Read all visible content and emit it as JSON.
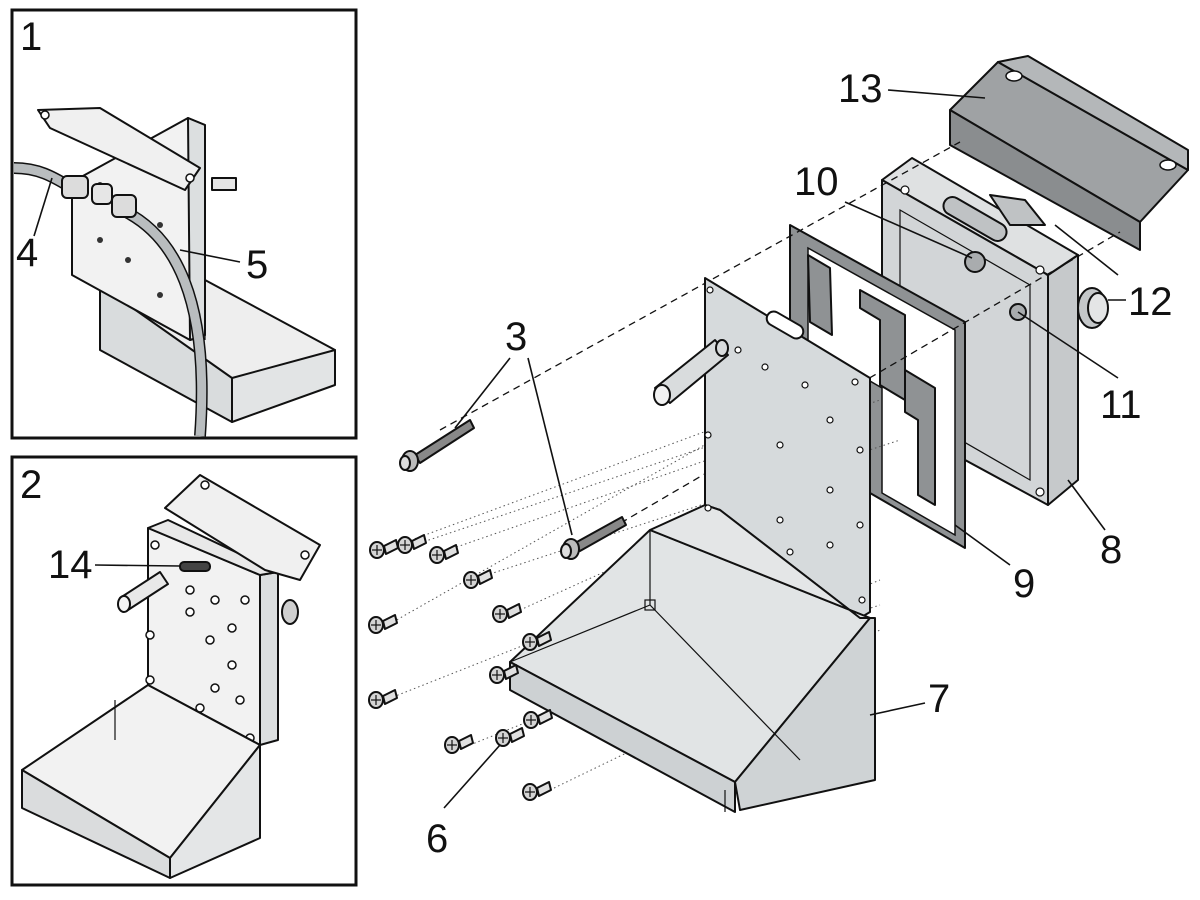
{
  "panels": [
    {
      "id": "panel-1",
      "label": "1"
    },
    {
      "id": "panel-2",
      "label": "2"
    }
  ],
  "callouts": {
    "c3": "3",
    "c4": "4",
    "c5": "5",
    "c6": "6",
    "c7": "7",
    "c8": "8",
    "c9": "9",
    "c10": "10",
    "c11": "11",
    "c12": "12",
    "c13": "13",
    "c14": "14"
  },
  "colors": {
    "sheet": "#d6dadc",
    "plate": "#c9cbcd",
    "gasket": "#8f9294",
    "bracket": "#9fa2a4",
    "manifold": "#d2d5d7",
    "tube": "#b9bdbf"
  }
}
